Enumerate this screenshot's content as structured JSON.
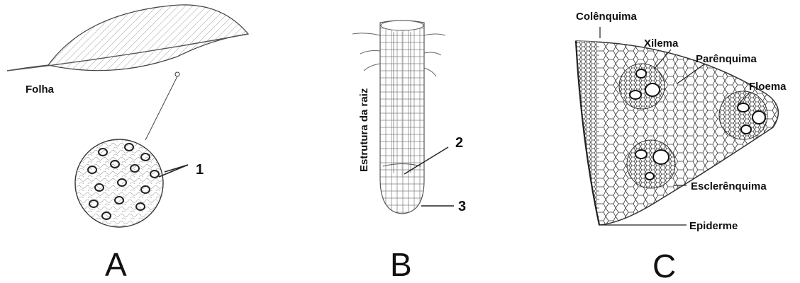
{
  "panel_a": {
    "letter": "A",
    "leaf_label": "Folha",
    "callout_number": "1"
  },
  "panel_b": {
    "letter": "B",
    "side_label": "Estrutura da raiz",
    "callout_2": "2",
    "callout_3": "3"
  },
  "panel_c": {
    "letter": "C",
    "labels": {
      "colenquima": "Colênquima",
      "xilema": "Xilema",
      "parenquima": "Parênquima",
      "floema": "Floema",
      "esclerenquima": "Esclerênquima",
      "epiderme": "Epiderme"
    }
  }
}
